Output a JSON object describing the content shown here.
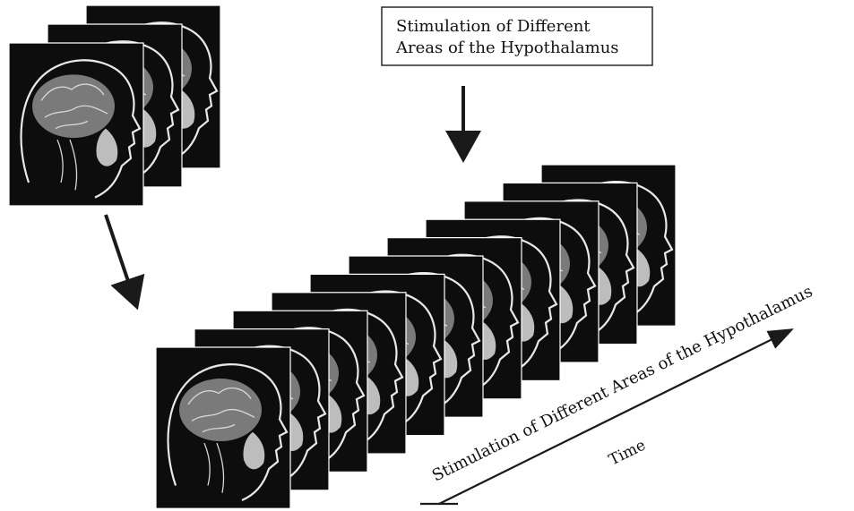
{
  "top_label": {
    "line1": "Stimulation of Different",
    "line2": "Areas of the Hypothalamus"
  },
  "axis_labels": {
    "stimulation": "Stimulation of Different Areas of the Hypothalamus",
    "time": "Time"
  },
  "stacks": {
    "small_stack_count": 3,
    "large_stack_count": 11
  },
  "colors": {
    "frame": "#0d0d0d",
    "ink": "#1a1a1a"
  }
}
